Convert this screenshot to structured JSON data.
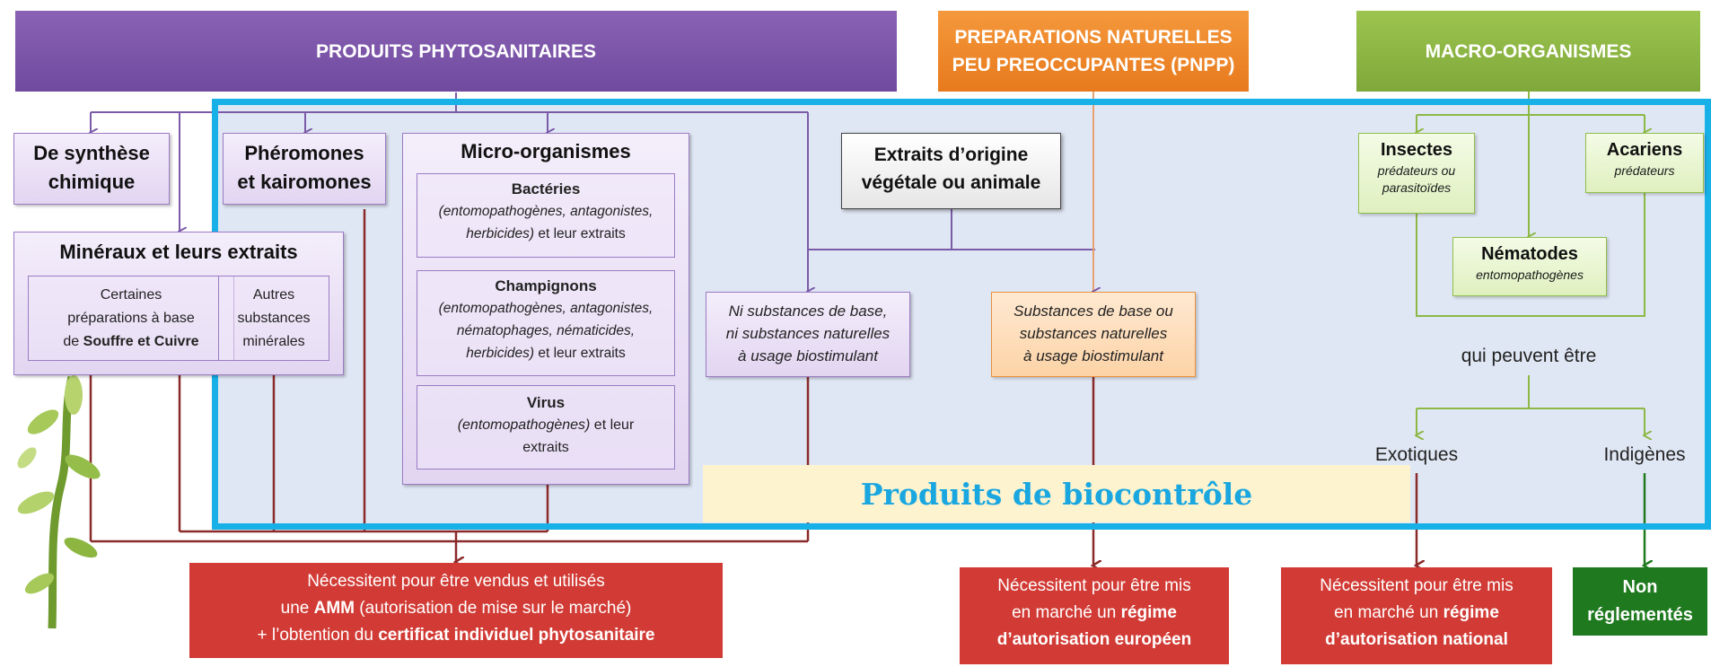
{
  "headers": {
    "phyto": "PRODUITS PHYTOSANITAIRES",
    "pnpp_line1": "PREPARATIONS NATURELLES",
    "pnpp_line2": "PEU PREOCCUPANTES (PNPP)",
    "macro": "MACRO-ORGANISMES"
  },
  "synthese": {
    "line1": "De synthèse",
    "line2": "chimique"
  },
  "pheromones": {
    "line1": "Phéromones",
    "line2": "et kairomones"
  },
  "mineraux": {
    "title": "Minéraux et leurs extraits",
    "left_line1": "Certaines",
    "left_line2": "préparations à base",
    "left_line3_pre": "de ",
    "left_line3_bold": "Souffre et Cuivre",
    "right_line1": "Autres",
    "right_line2": "substances",
    "right_line3": "minérales"
  },
  "micro": {
    "title": "Micro-organismes",
    "bacteries_title": "Bactéries",
    "bacteries_l1": "(entomopathogènes, antagonistes,",
    "bacteries_l2_i": "herbicides)",
    "bacteries_l2": " et leur extraits",
    "champignons_title": "Champignons",
    "champignons_l1": "(entomopathogènes, antagonistes,",
    "champignons_l2": "nématophages, nématicides,",
    "champignons_l3_i": "herbicides)",
    "champignons_l3": " et leur extraits",
    "virus_title": "Virus",
    "virus_l1_i": "(entomopathogènes)",
    "virus_l1": " et leur",
    "virus_l2": "extraits"
  },
  "extraits": {
    "line1": "Extraits d’origine",
    "line2": "végétale ou animale"
  },
  "ni_substances": {
    "line1": "Ni substances de base,",
    "line2": "ni substances naturelles",
    "line3": "à usage biostimulant"
  },
  "substances": {
    "line1": "Substances de base ou",
    "line2": "substances naturelles",
    "line3": "à usage biostimulant"
  },
  "insectes": {
    "title": "Insectes",
    "l1": "prédateurs ou",
    "l2": "parasitoïdes"
  },
  "acariens": {
    "title": "Acariens",
    "l1": "prédateurs"
  },
  "nematodes": {
    "title": "Nématodes",
    "l1": "entomopathogènes"
  },
  "qui_peuvent": "qui peuvent être",
  "exotiques": "Exotiques",
  "indigenes": "Indigènes",
  "biocontrole": "Produits de biocontrôle",
  "amm": {
    "l1": "Nécessitent pour être vendus et utilisés",
    "l2_pre": "une ",
    "l2_bold": "AMM",
    "l2_post": " (autorisation de mise sur le marché)",
    "l3_pre": "+ l’obtention du ",
    "l3_bold": "certificat individuel phytosanitaire"
  },
  "europeen": {
    "l1": "Nécessitent pour être mis",
    "l2_pre": "en marché un ",
    "l2_bold": "régime",
    "l3_bold": "d’autorisation européen"
  },
  "national": {
    "l1": "Nécessitent pour être mis",
    "l2_pre": "en marché un ",
    "l2_bold": "régime",
    "l3_bold": "d’autorisation national"
  },
  "non_reglementes": {
    "l1": "Non",
    "l2": "réglementés"
  },
  "colors": {
    "purple": "#7b52aa",
    "orange": "#ec8a2c",
    "green": "#8cb845",
    "red": "#d23b35",
    "dark_red": "#8b2a2a",
    "dark_green": "#1f7a1f",
    "cyan": "#17b1e8"
  }
}
